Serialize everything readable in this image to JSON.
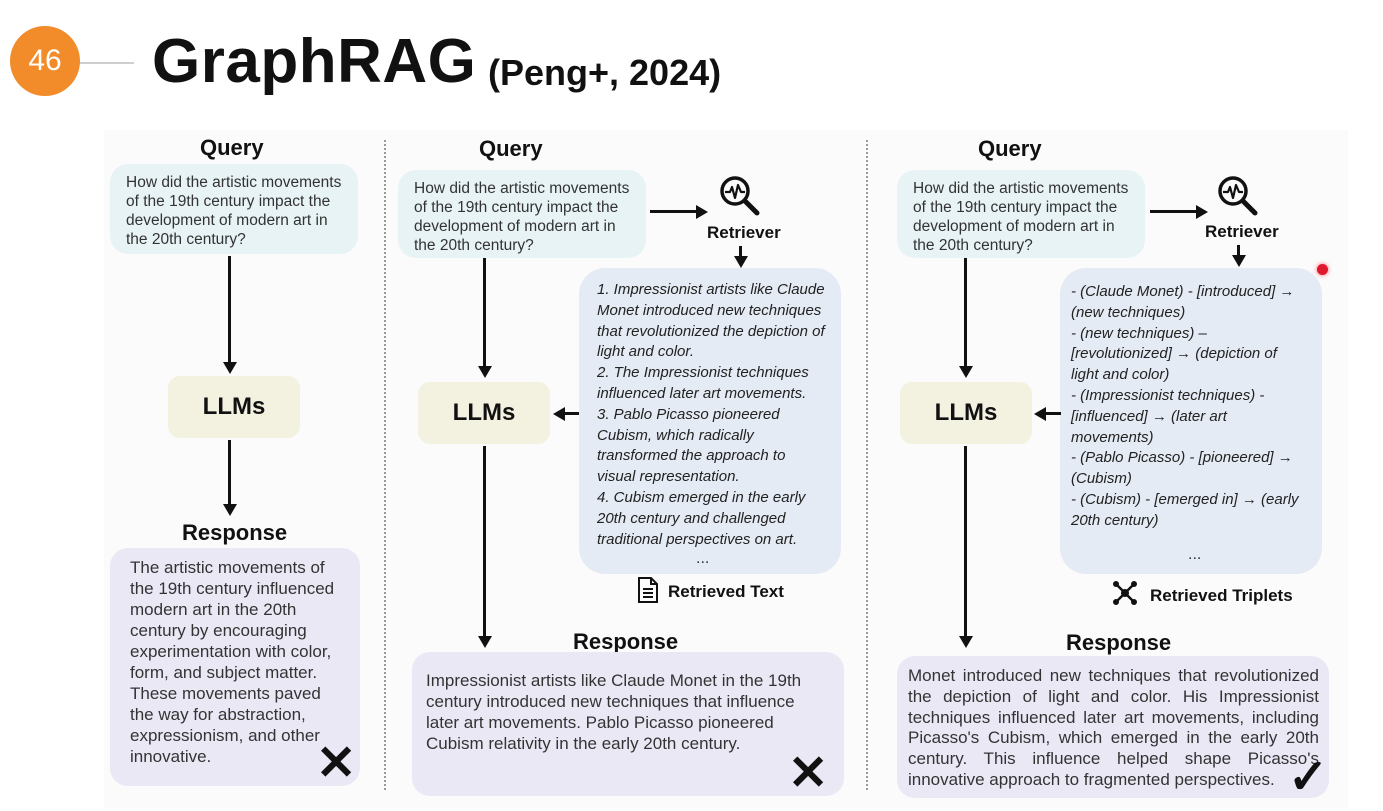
{
  "slide": {
    "number": "46",
    "title": "GraphRAG",
    "citation": "(Peng+, 2024)"
  },
  "query_label": "Query",
  "query_text": "How did the artistic movements of the 19th century impact the development of modern art in the 20th century?",
  "llm_label": "LLMs",
  "response_label": "Response",
  "retriever_label": "Retriever",
  "ellipsis": "...",
  "columns": {
    "baseline": {
      "response": "The artistic movements of the 19th century influenced modern art in the 20th century by encouraging experimentation with color, form, and subject matter. These movements paved the way for abstraction, expressionism, and other innovative.",
      "verdict": "✕"
    },
    "text_rag": {
      "retrieved": [
        "1. Impressionist artists like Claude Monet introduced new techniques that revolutionized the depiction of light and color.",
        "2. The Impressionist techniques influenced later art movements.",
        "3. Pablo Picasso pioneered Cubism, which radically transformed the approach to visual representation.",
        "4. Cubism emerged in the early 20th century and challenged traditional perspectives on art."
      ],
      "retrieved_label": "Retrieved Text",
      "response": "Impressionist artists like Claude Monet in the 19th century introduced new techniques that influence later art movements. Pablo Picasso pioneered Cubism relativity in the early 20th century.",
      "verdict": "✕"
    },
    "graph_rag": {
      "retrieved": [
        "- (Claude Monet) - [introduced] → (new techniques)",
        "- (new techniques) – [revolutionized] → (depiction of light and color)",
        "- (Impressionist techniques) - [influenced] → (later art movements)",
        "- (Pablo Picasso) - [pioneered] → (Cubism)",
        "- (Cubism) - [emerged in] → (early 20th century)"
      ],
      "retrieved_label": "Retrieved Triplets",
      "response": "Monet introduced new techniques that revolutionized the depiction of light and color. His Impressionist techniques influenced later art movements, including Picasso's Cubism, which emerged in the early 20th century. This influence helped shape Picasso's innovative approach to fragmented perspectives.",
      "verdict": "✓"
    }
  }
}
